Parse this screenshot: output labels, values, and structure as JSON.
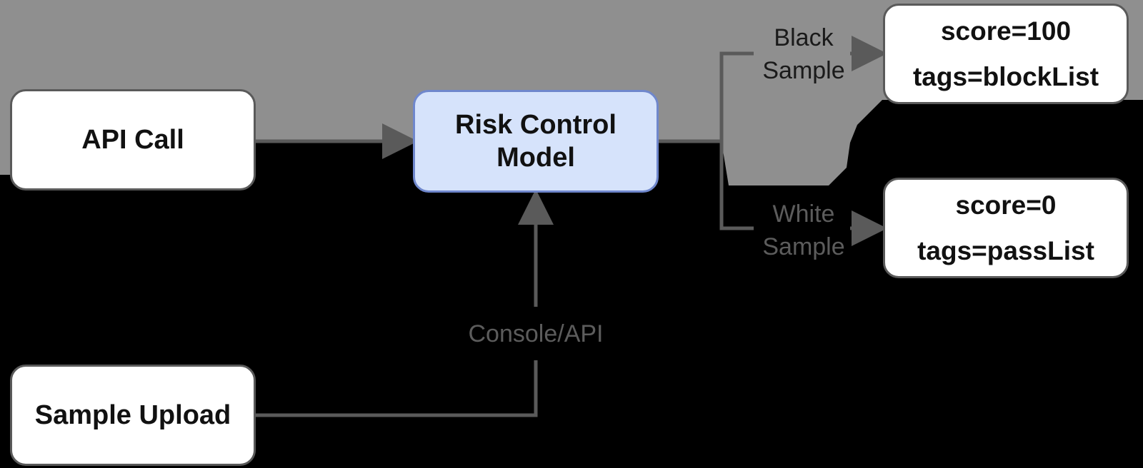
{
  "nodes": {
    "api_call": "API Call",
    "risk_model": {
      "line1": "Risk Control",
      "line2": "Model"
    },
    "sample_upload": "Sample Upload",
    "black_result": {
      "score": "score=100",
      "tags": "tags=blockList"
    },
    "white_result": {
      "score": "score=0",
      "tags": "tags=passList"
    }
  },
  "edge_labels": {
    "black": {
      "line1": "Black",
      "line2": "Sample"
    },
    "white": {
      "line1": "White",
      "line2": "Sample"
    },
    "console": "Console/API"
  },
  "colors": {
    "background_top": "#8f8f8f",
    "background_bottom": "#000000",
    "connector": "#5a5a5a",
    "model_fill": "#d6e3fb",
    "model_border": "#6f87cc"
  }
}
